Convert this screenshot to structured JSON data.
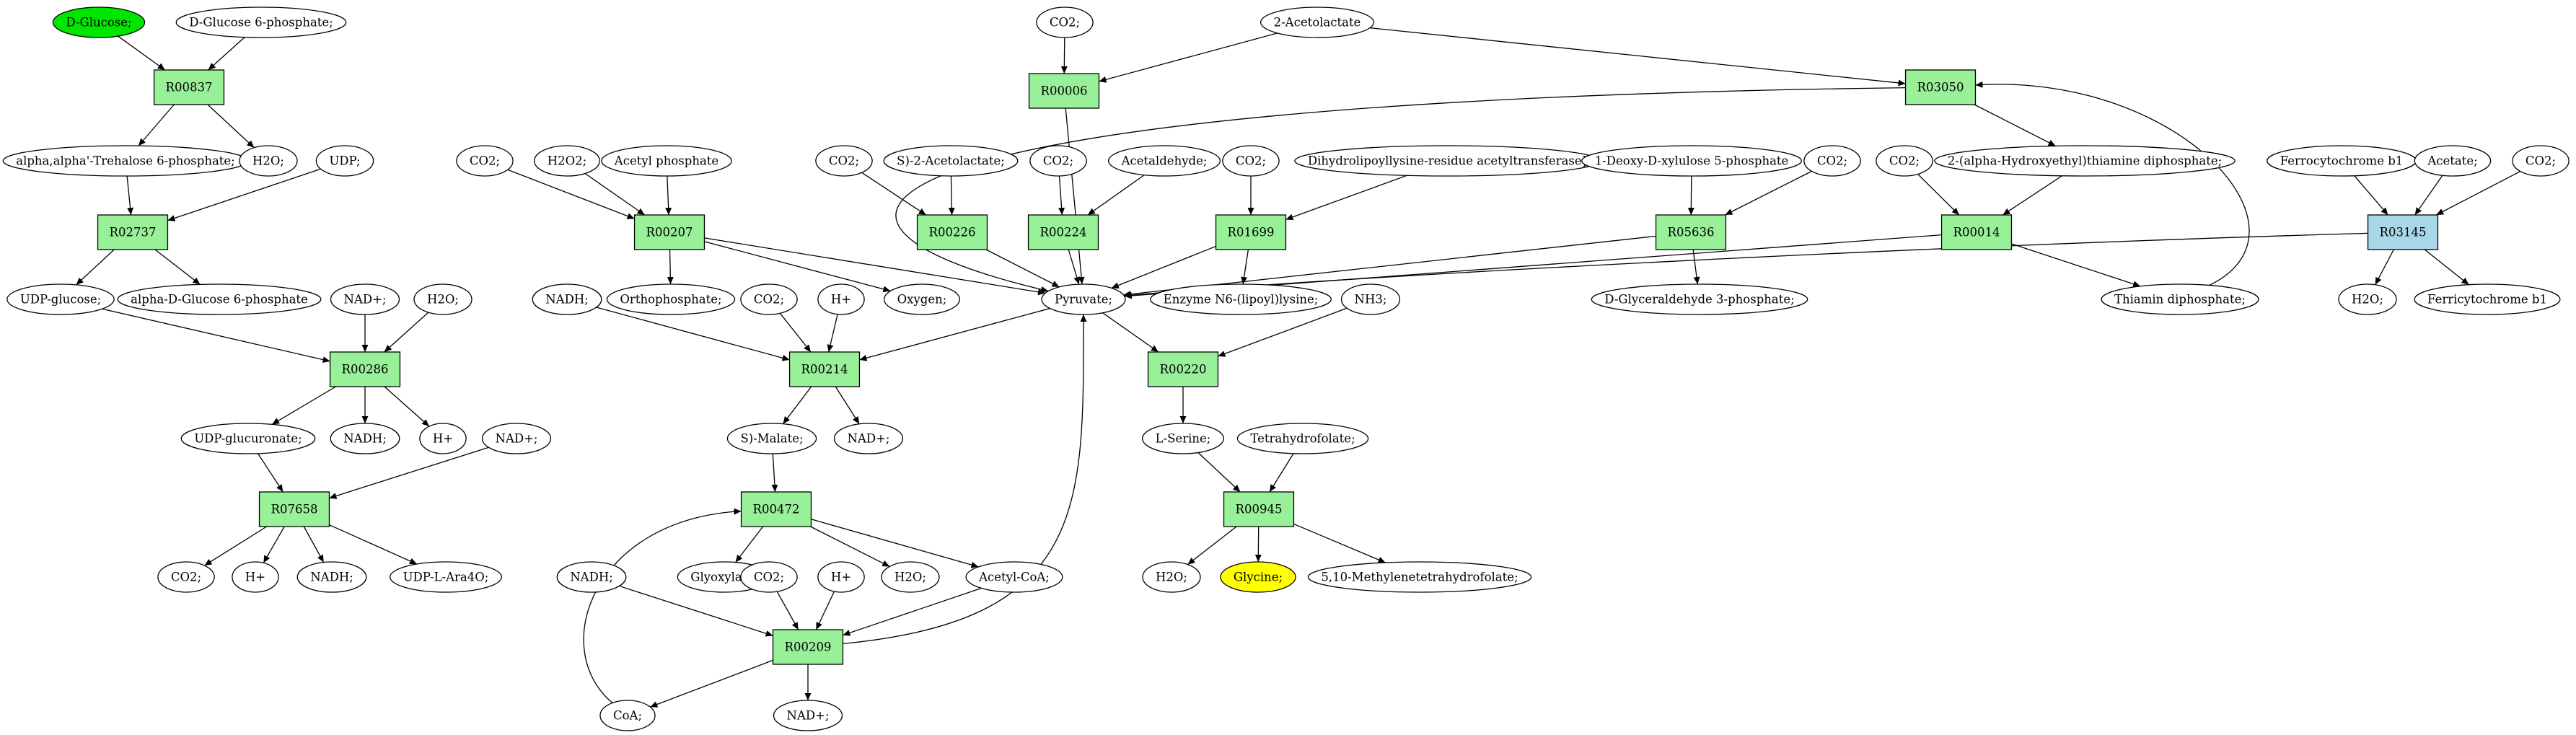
{
  "colors": {
    "metabolite": "#ffffff",
    "start_metabolite": "#00e600",
    "target_metabolite": "#ffff00",
    "reaction": "#98f098",
    "reaction_alt": "#a8d8e8",
    "stroke": "#000000"
  },
  "nodes": [
    {
      "id": "m_dglucose",
      "label": "D-Glucose;",
      "kind": "metabolite",
      "color": "start_metabolite"
    },
    {
      "id": "m_dg6p",
      "label": "D-Glucose 6-phosphate;",
      "kind": "metabolite"
    },
    {
      "id": "r_R00837",
      "label": "R00837",
      "kind": "reaction",
      "color": "reaction"
    },
    {
      "id": "m_trehalose6p",
      "label": "alpha,alpha'-Trehalose 6-phosphate;",
      "kind": "metabolite"
    },
    {
      "id": "m_h2o_1",
      "label": "H2O;",
      "kind": "metabolite"
    },
    {
      "id": "m_udp",
      "label": "UDP;",
      "kind": "metabolite"
    },
    {
      "id": "r_R02737",
      "label": "R02737",
      "kind": "reaction",
      "color": "reaction"
    },
    {
      "id": "m_udpglucose",
      "label": "UDP-glucose;",
      "kind": "metabolite"
    },
    {
      "id": "m_adg6p",
      "label": "alpha-D-Glucose 6-phosphate",
      "kind": "metabolite"
    },
    {
      "id": "m_nadp_1",
      "label": "NAD+;",
      "kind": "metabolite"
    },
    {
      "id": "m_h2o_2",
      "label": "H2O;",
      "kind": "metabolite"
    },
    {
      "id": "r_R00286",
      "label": "R00286",
      "kind": "reaction",
      "color": "reaction"
    },
    {
      "id": "m_udpglucuronate",
      "label": "UDP-glucuronate;",
      "kind": "metabolite"
    },
    {
      "id": "m_nadh_1",
      "label": "NADH;",
      "kind": "metabolite"
    },
    {
      "id": "m_hp_1",
      "label": "H+",
      "kind": "metabolite"
    },
    {
      "id": "m_nadp_2",
      "label": "NAD+;",
      "kind": "metabolite"
    },
    {
      "id": "r_R07658",
      "label": "R07658",
      "kind": "reaction",
      "color": "reaction"
    },
    {
      "id": "m_co2_1",
      "label": "CO2;",
      "kind": "metabolite"
    },
    {
      "id": "m_hp_2",
      "label": "H+",
      "kind": "metabolite"
    },
    {
      "id": "m_nadh_2",
      "label": "NADH;",
      "kind": "metabolite"
    },
    {
      "id": "m_udparao",
      "label": "UDP-L-Ara4O;",
      "kind": "metabolite"
    },
    {
      "id": "m_co2_2",
      "label": "CO2;",
      "kind": "metabolite"
    },
    {
      "id": "m_h2o2",
      "label": "H2O2;",
      "kind": "metabolite"
    },
    {
      "id": "m_acetylp",
      "label": "Acetyl phosphate",
      "kind": "metabolite"
    },
    {
      "id": "r_R00207",
      "label": "R00207",
      "kind": "reaction",
      "color": "reaction"
    },
    {
      "id": "m_nadh_3",
      "label": "NADH;",
      "kind": "metabolite"
    },
    {
      "id": "m_orthop",
      "label": "Orthophosphate;",
      "kind": "metabolite"
    },
    {
      "id": "m_co2_3",
      "label": "CO2;",
      "kind": "metabolite"
    },
    {
      "id": "m_hp_3",
      "label": "H+",
      "kind": "metabolite"
    },
    {
      "id": "m_oxygen",
      "label": "Oxygen;",
      "kind": "metabolite"
    },
    {
      "id": "r_R00214",
      "label": "R00214",
      "kind": "reaction",
      "color": "reaction"
    },
    {
      "id": "m_smalate",
      "label": "S)-Malate;",
      "kind": "metabolite"
    },
    {
      "id": "m_nadp_3",
      "label": "NAD+;",
      "kind": "metabolite"
    },
    {
      "id": "r_R00472",
      "label": "R00472",
      "kind": "reaction",
      "color": "reaction"
    },
    {
      "id": "m_nadh_4",
      "label": "NADH;",
      "kind": "metabolite"
    },
    {
      "id": "m_glyoxylate",
      "label": "Glyoxylate;",
      "kind": "metabolite"
    },
    {
      "id": "m_co2_4",
      "label": "CO2;",
      "kind": "metabolite"
    },
    {
      "id": "m_hp_4",
      "label": "H+",
      "kind": "metabolite"
    },
    {
      "id": "m_h2o_3",
      "label": "H2O;",
      "kind": "metabolite"
    },
    {
      "id": "m_acetylcoa",
      "label": "Acetyl-CoA;",
      "kind": "metabolite"
    },
    {
      "id": "r_R00209",
      "label": "R00209",
      "kind": "reaction",
      "color": "reaction"
    },
    {
      "id": "m_coa",
      "label": "CoA;",
      "kind": "metabolite"
    },
    {
      "id": "m_nadp_4",
      "label": "NAD+;",
      "kind": "metabolite"
    },
    {
      "id": "m_co2_5",
      "label": "CO2;",
      "kind": "metabolite"
    },
    {
      "id": "m_acetolactate",
      "label": "2-Acetolactate",
      "kind": "metabolite"
    },
    {
      "id": "r_R00006",
      "label": "R00006",
      "kind": "reaction",
      "color": "reaction"
    },
    {
      "id": "r_R03050",
      "label": "R03050",
      "kind": "reaction",
      "color": "reaction"
    },
    {
      "id": "m_co2_6",
      "label": "CO2;",
      "kind": "metabolite"
    },
    {
      "id": "m_sacetolactate",
      "label": "S)-2-Acetolactate;",
      "kind": "metabolite"
    },
    {
      "id": "r_R00226",
      "label": "R00226",
      "kind": "reaction",
      "color": "reaction"
    },
    {
      "id": "m_co2_7",
      "label": "CO2;",
      "kind": "metabolite"
    },
    {
      "id": "m_acetaldehyde",
      "label": "Acetaldehyde;",
      "kind": "metabolite"
    },
    {
      "id": "r_R00224",
      "label": "R00224",
      "kind": "reaction",
      "color": "reaction"
    },
    {
      "id": "m_co2_8",
      "label": "CO2;",
      "kind": "metabolite"
    },
    {
      "id": "m_dihydrolipoyl",
      "label": "Dihydrolipoyllysine-residue acetyltransferase]",
      "kind": "metabolite"
    },
    {
      "id": "r_R01699",
      "label": "R01699",
      "kind": "reaction",
      "color": "reaction"
    },
    {
      "id": "m_pyruvate",
      "label": "Pyruvate;",
      "kind": "metabolite"
    },
    {
      "id": "m_enzymen6",
      "label": "Enzyme N6-(lipoyl)lysine;",
      "kind": "metabolite"
    },
    {
      "id": "m_nh3",
      "label": "NH3;",
      "kind": "metabolite"
    },
    {
      "id": "r_R00220",
      "label": "R00220",
      "kind": "reaction",
      "color": "reaction"
    },
    {
      "id": "m_lserine",
      "label": "L-Serine;",
      "kind": "metabolite"
    },
    {
      "id": "m_thf",
      "label": "Tetrahydrofolate;",
      "kind": "metabolite"
    },
    {
      "id": "r_R00945",
      "label": "R00945",
      "kind": "reaction",
      "color": "reaction"
    },
    {
      "id": "m_h2o_4",
      "label": "H2O;",
      "kind": "metabolite"
    },
    {
      "id": "m_glycine",
      "label": "Glycine;",
      "kind": "metabolite",
      "color": "target_metabolite"
    },
    {
      "id": "m_methylenethf",
      "label": "5,10-Methylenetetrahydrofolate;",
      "kind": "metabolite"
    },
    {
      "id": "m_deoxyxylulose",
      "label": "1-Deoxy-D-xylulose 5-phosphate",
      "kind": "metabolite"
    },
    {
      "id": "m_co2_9",
      "label": "CO2;",
      "kind": "metabolite"
    },
    {
      "id": "r_R05636",
      "label": "R05636",
      "kind": "reaction",
      "color": "reaction"
    },
    {
      "id": "m_glyceraldehyde3p",
      "label": "D-Glyceraldehyde 3-phosphate;",
      "kind": "metabolite"
    },
    {
      "id": "m_co2_10",
      "label": "CO2;",
      "kind": "metabolite"
    },
    {
      "id": "m_hydroxyethyltpp",
      "label": "2-(alpha-Hydroxyethyl)thiamine diphosphate;",
      "kind": "metabolite"
    },
    {
      "id": "r_R00014",
      "label": "R00014",
      "kind": "reaction",
      "color": "reaction"
    },
    {
      "id": "m_thiaminpp",
      "label": "Thiamin diphosphate;",
      "kind": "metabolite"
    },
    {
      "id": "m_ferrocytochrome",
      "label": "Ferrocytochrome b1",
      "kind": "metabolite"
    },
    {
      "id": "m_acetate",
      "label": "Acetate;",
      "kind": "metabolite"
    },
    {
      "id": "m_co2_11",
      "label": "CO2;",
      "kind": "metabolite"
    },
    {
      "id": "r_R03145",
      "label": "R03145",
      "kind": "reaction",
      "color": "reaction_alt"
    },
    {
      "id": "m_h2o_5",
      "label": "H2O;",
      "kind": "metabolite"
    },
    {
      "id": "m_ferricytochrome",
      "label": "Ferricytochrome b1",
      "kind": "metabolite"
    }
  ],
  "edges": [
    [
      "m_dglucose",
      "r_R00837"
    ],
    [
      "m_dg6p",
      "r_R00837"
    ],
    [
      "r_R00837",
      "m_trehalose6p"
    ],
    [
      "r_R00837",
      "m_h2o_1"
    ],
    [
      "m_trehalose6p",
      "r_R02737"
    ],
    [
      "m_udp",
      "r_R02737"
    ],
    [
      "r_R02737",
      "m_udpglucose"
    ],
    [
      "r_R02737",
      "m_adg6p"
    ],
    [
      "m_udpglucose",
      "r_R00286"
    ],
    [
      "m_nadp_1",
      "r_R00286"
    ],
    [
      "m_h2o_2",
      "r_R00286"
    ],
    [
      "r_R00286",
      "m_udpglucuronate"
    ],
    [
      "r_R00286",
      "m_nadh_1"
    ],
    [
      "r_R00286",
      "m_hp_1"
    ],
    [
      "m_udpglucuronate",
      "r_R07658"
    ],
    [
      "m_nadp_2",
      "r_R07658"
    ],
    [
      "r_R07658",
      "m_co2_1"
    ],
    [
      "r_R07658",
      "m_hp_2"
    ],
    [
      "r_R07658",
      "m_nadh_2"
    ],
    [
      "r_R07658",
      "m_udparao"
    ],
    [
      "m_co2_2",
      "r_R00207"
    ],
    [
      "m_h2o2",
      "r_R00207"
    ],
    [
      "m_acetylp",
      "r_R00207"
    ],
    [
      "r_R00207",
      "m_orthop"
    ],
    [
      "r_R00207",
      "m_oxygen"
    ],
    [
      "r_R00207",
      "m_pyruvate"
    ],
    [
      "m_nadh_3",
      "r_R00214"
    ],
    [
      "m_co2_3",
      "r_R00214"
    ],
    [
      "m_hp_3",
      "r_R00214"
    ],
    [
      "m_pyruvate",
      "r_R00214"
    ],
    [
      "r_R00214",
      "m_smalate"
    ],
    [
      "r_R00214",
      "m_nadp_3"
    ],
    [
      "m_smalate",
      "r_R00472"
    ],
    [
      "m_coa",
      "r_R00472"
    ],
    [
      "r_R00472",
      "m_glyoxylate"
    ],
    [
      "r_R00472",
      "m_h2o_3"
    ],
    [
      "r_R00472",
      "m_acetylcoa"
    ],
    [
      "m_nadh_4",
      "r_R00209"
    ],
    [
      "m_co2_4",
      "r_R00209"
    ],
    [
      "m_hp_4",
      "r_R00209"
    ],
    [
      "m_acetylcoa",
      "r_R00209"
    ],
    [
      "r_R00209",
      "m_coa"
    ],
    [
      "r_R00209",
      "m_nadp_4"
    ],
    [
      "r_R00209",
      "m_pyruvate"
    ],
    [
      "m_co2_5",
      "r_R00006"
    ],
    [
      "m_acetolactate",
      "r_R00006"
    ],
    [
      "r_R00006",
      "m_pyruvate"
    ],
    [
      "m_acetolactate",
      "r_R03050"
    ],
    [
      "m_thiaminpp",
      "r_R03050"
    ],
    [
      "r_R03050",
      "m_pyruvate"
    ],
    [
      "r_R03050",
      "m_hydroxyethyltpp"
    ],
    [
      "m_co2_6",
      "r_R00226"
    ],
    [
      "m_sacetolactate",
      "r_R00226"
    ],
    [
      "r_R00226",
      "m_pyruvate"
    ],
    [
      "m_co2_7",
      "r_R00224"
    ],
    [
      "m_acetaldehyde",
      "r_R00224"
    ],
    [
      "r_R00224",
      "m_pyruvate"
    ],
    [
      "m_co2_8",
      "r_R01699"
    ],
    [
      "m_dihydrolipoyl",
      "r_R01699"
    ],
    [
      "r_R01699",
      "m_pyruvate"
    ],
    [
      "r_R01699",
      "m_enzymen6"
    ],
    [
      "m_pyruvate",
      "r_R00220"
    ],
    [
      "m_nh3",
      "r_R00220"
    ],
    [
      "r_R00220",
      "m_lserine"
    ],
    [
      "m_lserine",
      "r_R00945"
    ],
    [
      "m_thf",
      "r_R00945"
    ],
    [
      "r_R00945",
      "m_h2o_4"
    ],
    [
      "r_R00945",
      "m_glycine"
    ],
    [
      "r_R00945",
      "m_methylenethf"
    ],
    [
      "m_deoxyxylulose",
      "r_R05636"
    ],
    [
      "m_co2_9",
      "r_R05636"
    ],
    [
      "r_R05636",
      "m_pyruvate"
    ],
    [
      "r_R05636",
      "m_glyceraldehyde3p"
    ],
    [
      "m_co2_10",
      "r_R00014"
    ],
    [
      "m_hydroxyethyltpp",
      "r_R00014"
    ],
    [
      "r_R00014",
      "m_pyruvate"
    ],
    [
      "r_R00014",
      "m_thiaminpp"
    ],
    [
      "m_ferrocytochrome",
      "r_R03145"
    ],
    [
      "m_acetate",
      "r_R03145"
    ],
    [
      "m_co2_11",
      "r_R03145"
    ],
    [
      "r_R03145",
      "m_pyruvate"
    ],
    [
      "r_R03145",
      "m_h2o_5"
    ],
    [
      "r_R03145",
      "m_ferricytochrome"
    ]
  ]
}
